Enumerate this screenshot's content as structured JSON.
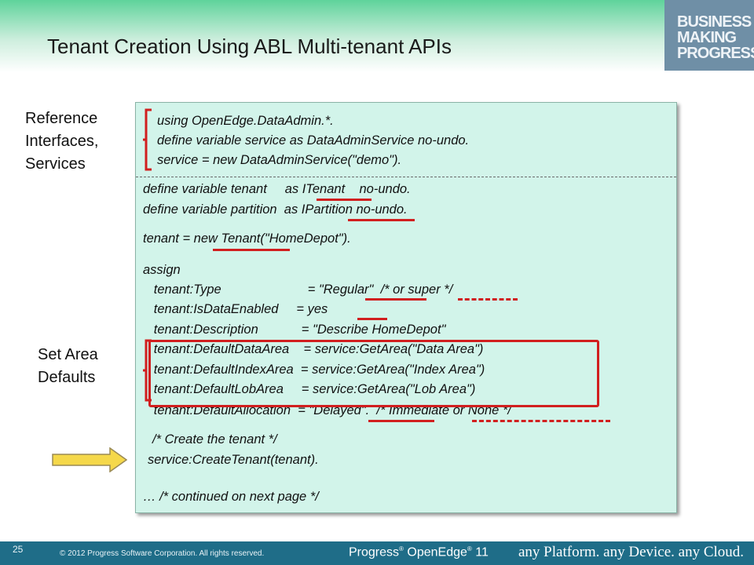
{
  "slide": {
    "title": "Tenant Creation Using ABL Multi-tenant APIs",
    "logo_lines": [
      "BUSINESS",
      "MAKING",
      "PROGRESS."
    ],
    "side_labels": {
      "reference": [
        "Reference",
        "Interfaces,",
        "Services"
      ],
      "defaults": [
        "Set Area",
        "Defaults"
      ]
    },
    "code_lines": [
      "using OpenEdge.DataAdmin.*.",
      "define variable service as DataAdminService no-undo.",
      "service = new DataAdminService(\"demo\").",
      "define variable tenant     as ITenant    no-undo.",
      "define variable partition  as IPartition no-undo.",
      "tenant = new Tenant(\"HomeDepot\").",
      "assign",
      "   tenant:Type                        = \"Regular\"  /* or super */",
      "   tenant:IsDataEnabled     = yes",
      "   tenant:Description            = \"Describe HomeDepot\"",
      "   tenant:DefaultDataArea    = service:GetArea(\"Data Area\")",
      "   tenant:DefaultIndexArea  = service:GetArea(\"Index Area\")",
      "   tenant:DefaultLobArea     = service:GetArea(\"Lob Area\")",
      "   tenant:DefaultAllocation  = \"Delayed\".  /* Immediate or None */",
      "/* Create the tenant */",
      "service:CreateTenant(tenant).",
      "… /* continued on next page */"
    ],
    "footer": {
      "page_number": "25",
      "copyright": "© 2012 Progress Software Corporation. All rights reserved.",
      "brand": "Progress",
      "product": "OpenEdge",
      "version": "11",
      "slogan": "any Platform.  any Device.  any Cloud."
    },
    "colors": {
      "header_green": "#5fd39b",
      "panel": "#d2f4ea",
      "accent_red": "#d11f1f",
      "footer_blue": "#1f6d88",
      "arrow_yellow": "#f5d84a"
    }
  }
}
